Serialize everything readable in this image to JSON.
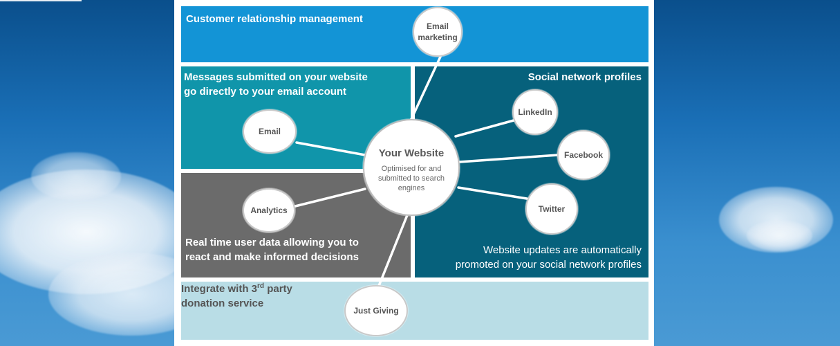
{
  "sections": {
    "crm": {
      "title": "Customer relationship management"
    },
    "messages": {
      "title_line1": "Messages submitted on your website",
      "title_line2": "go directly to your email account"
    },
    "social": {
      "title": "Social network profiles",
      "note_line1": "Website updates are automatically",
      "note_line2": "promoted  on your social network profiles"
    },
    "analytics": {
      "title_line1": "Real time user data allowing you to",
      "title_line2": "react and make informed decisions"
    },
    "integrate": {
      "title_before_sup": "Integrate with 3",
      "title_sup": "rd",
      "title_after_sup": " party",
      "title_line2": "donation service"
    }
  },
  "nodes": {
    "center": {
      "title": "Your Website",
      "subtitle": "Optimised for and submitted to search engines"
    },
    "email_marketing": {
      "line1": "Email",
      "line2": "marketing"
    },
    "email": {
      "label": "Email"
    },
    "analytics": {
      "label": "Analytics"
    },
    "linkedin": {
      "label": "LinkedIn"
    },
    "facebook": {
      "label": "Facebook"
    },
    "twitter": {
      "label": "Twitter"
    },
    "just_giving": {
      "label": "Just Giving"
    }
  },
  "colors": {
    "crm": "#1394d6",
    "messages": "#1095aa",
    "analytics": "#6b6b6b",
    "social": "#06617c",
    "integrate": "#b9dde6",
    "node_border": "#c9c9c9",
    "connector": "#ffffff"
  }
}
